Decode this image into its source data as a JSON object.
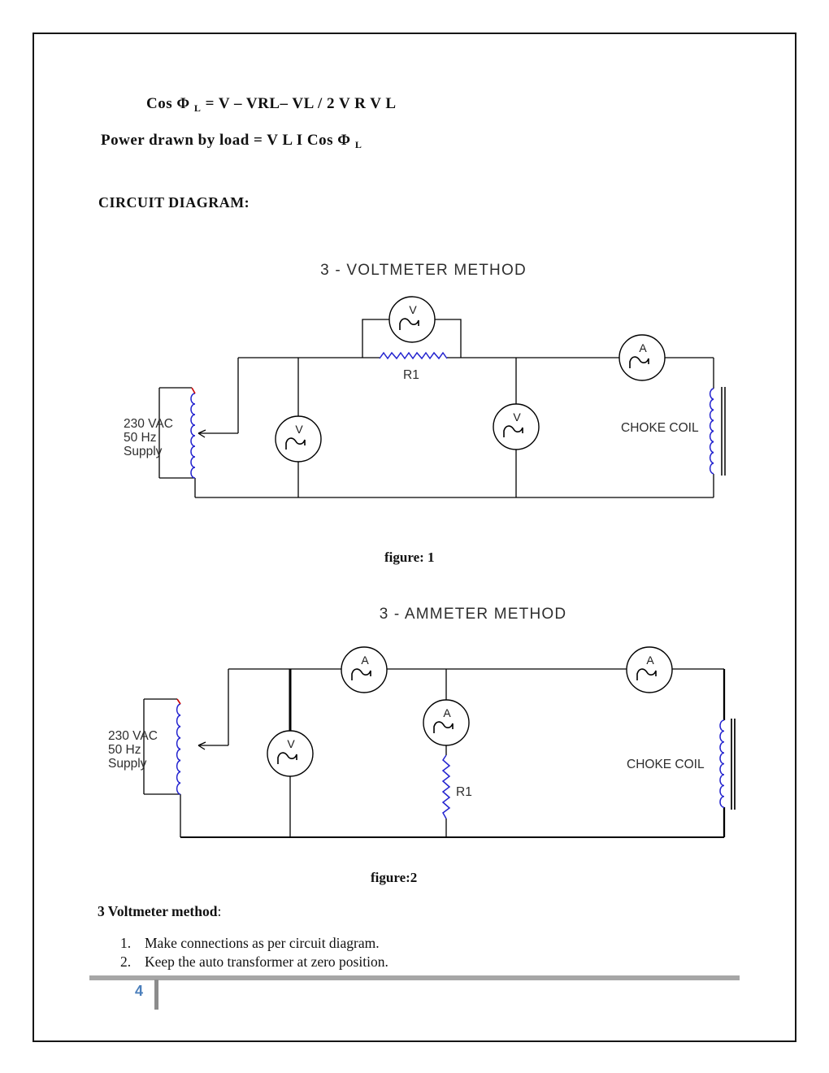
{
  "formulas": {
    "line1": {
      "lhs": "Cos Φ ",
      "sub": "L",
      "rhs": " = V – VRL– VL / 2 V R V L"
    },
    "line2": {
      "lhs": "Power drawn by load = V L I Cos Φ ",
      "sub": "L"
    }
  },
  "section_heading": "CIRCUIT DIAGRAM:",
  "figure1": {
    "title": "3 - VOLTMETER METHOD",
    "caption": "figure: 1",
    "supply_label": {
      "line1": "230 VAC",
      "line2": "50 Hz",
      "line3": "Supply"
    },
    "resistor_label": "R1",
    "choke_label": "CHOKE COIL"
  },
  "figure2": {
    "title": "3 - AMMETER METHOD",
    "caption": "figure:2",
    "supply_label": {
      "line1": "230 VAC",
      "line2": "50 Hz",
      "line3": "Supply"
    },
    "resistor_label": "R1",
    "choke_label": "CHOKE COIL"
  },
  "meters": {
    "voltmeter_letter": "V",
    "ammeter_letter": "A"
  },
  "procedure": {
    "heading": "3 Voltmeter method",
    "heading_colon": ":",
    "items": [
      {
        "num": "1.",
        "text": "Make connections as per circuit diagram."
      },
      {
        "num": "2.",
        "text": "Keep the auto transformer at zero position."
      }
    ]
  },
  "footer": {
    "page_number": "4"
  },
  "colors": {
    "coil_blue": "#2323cf",
    "tick_red": "#cc0000",
    "wire_black": "#000000",
    "page_number_blue": "#4a7ebb",
    "rule_gray": "#a6a6a6",
    "rule_gray_dark": "#8c8c8c"
  }
}
